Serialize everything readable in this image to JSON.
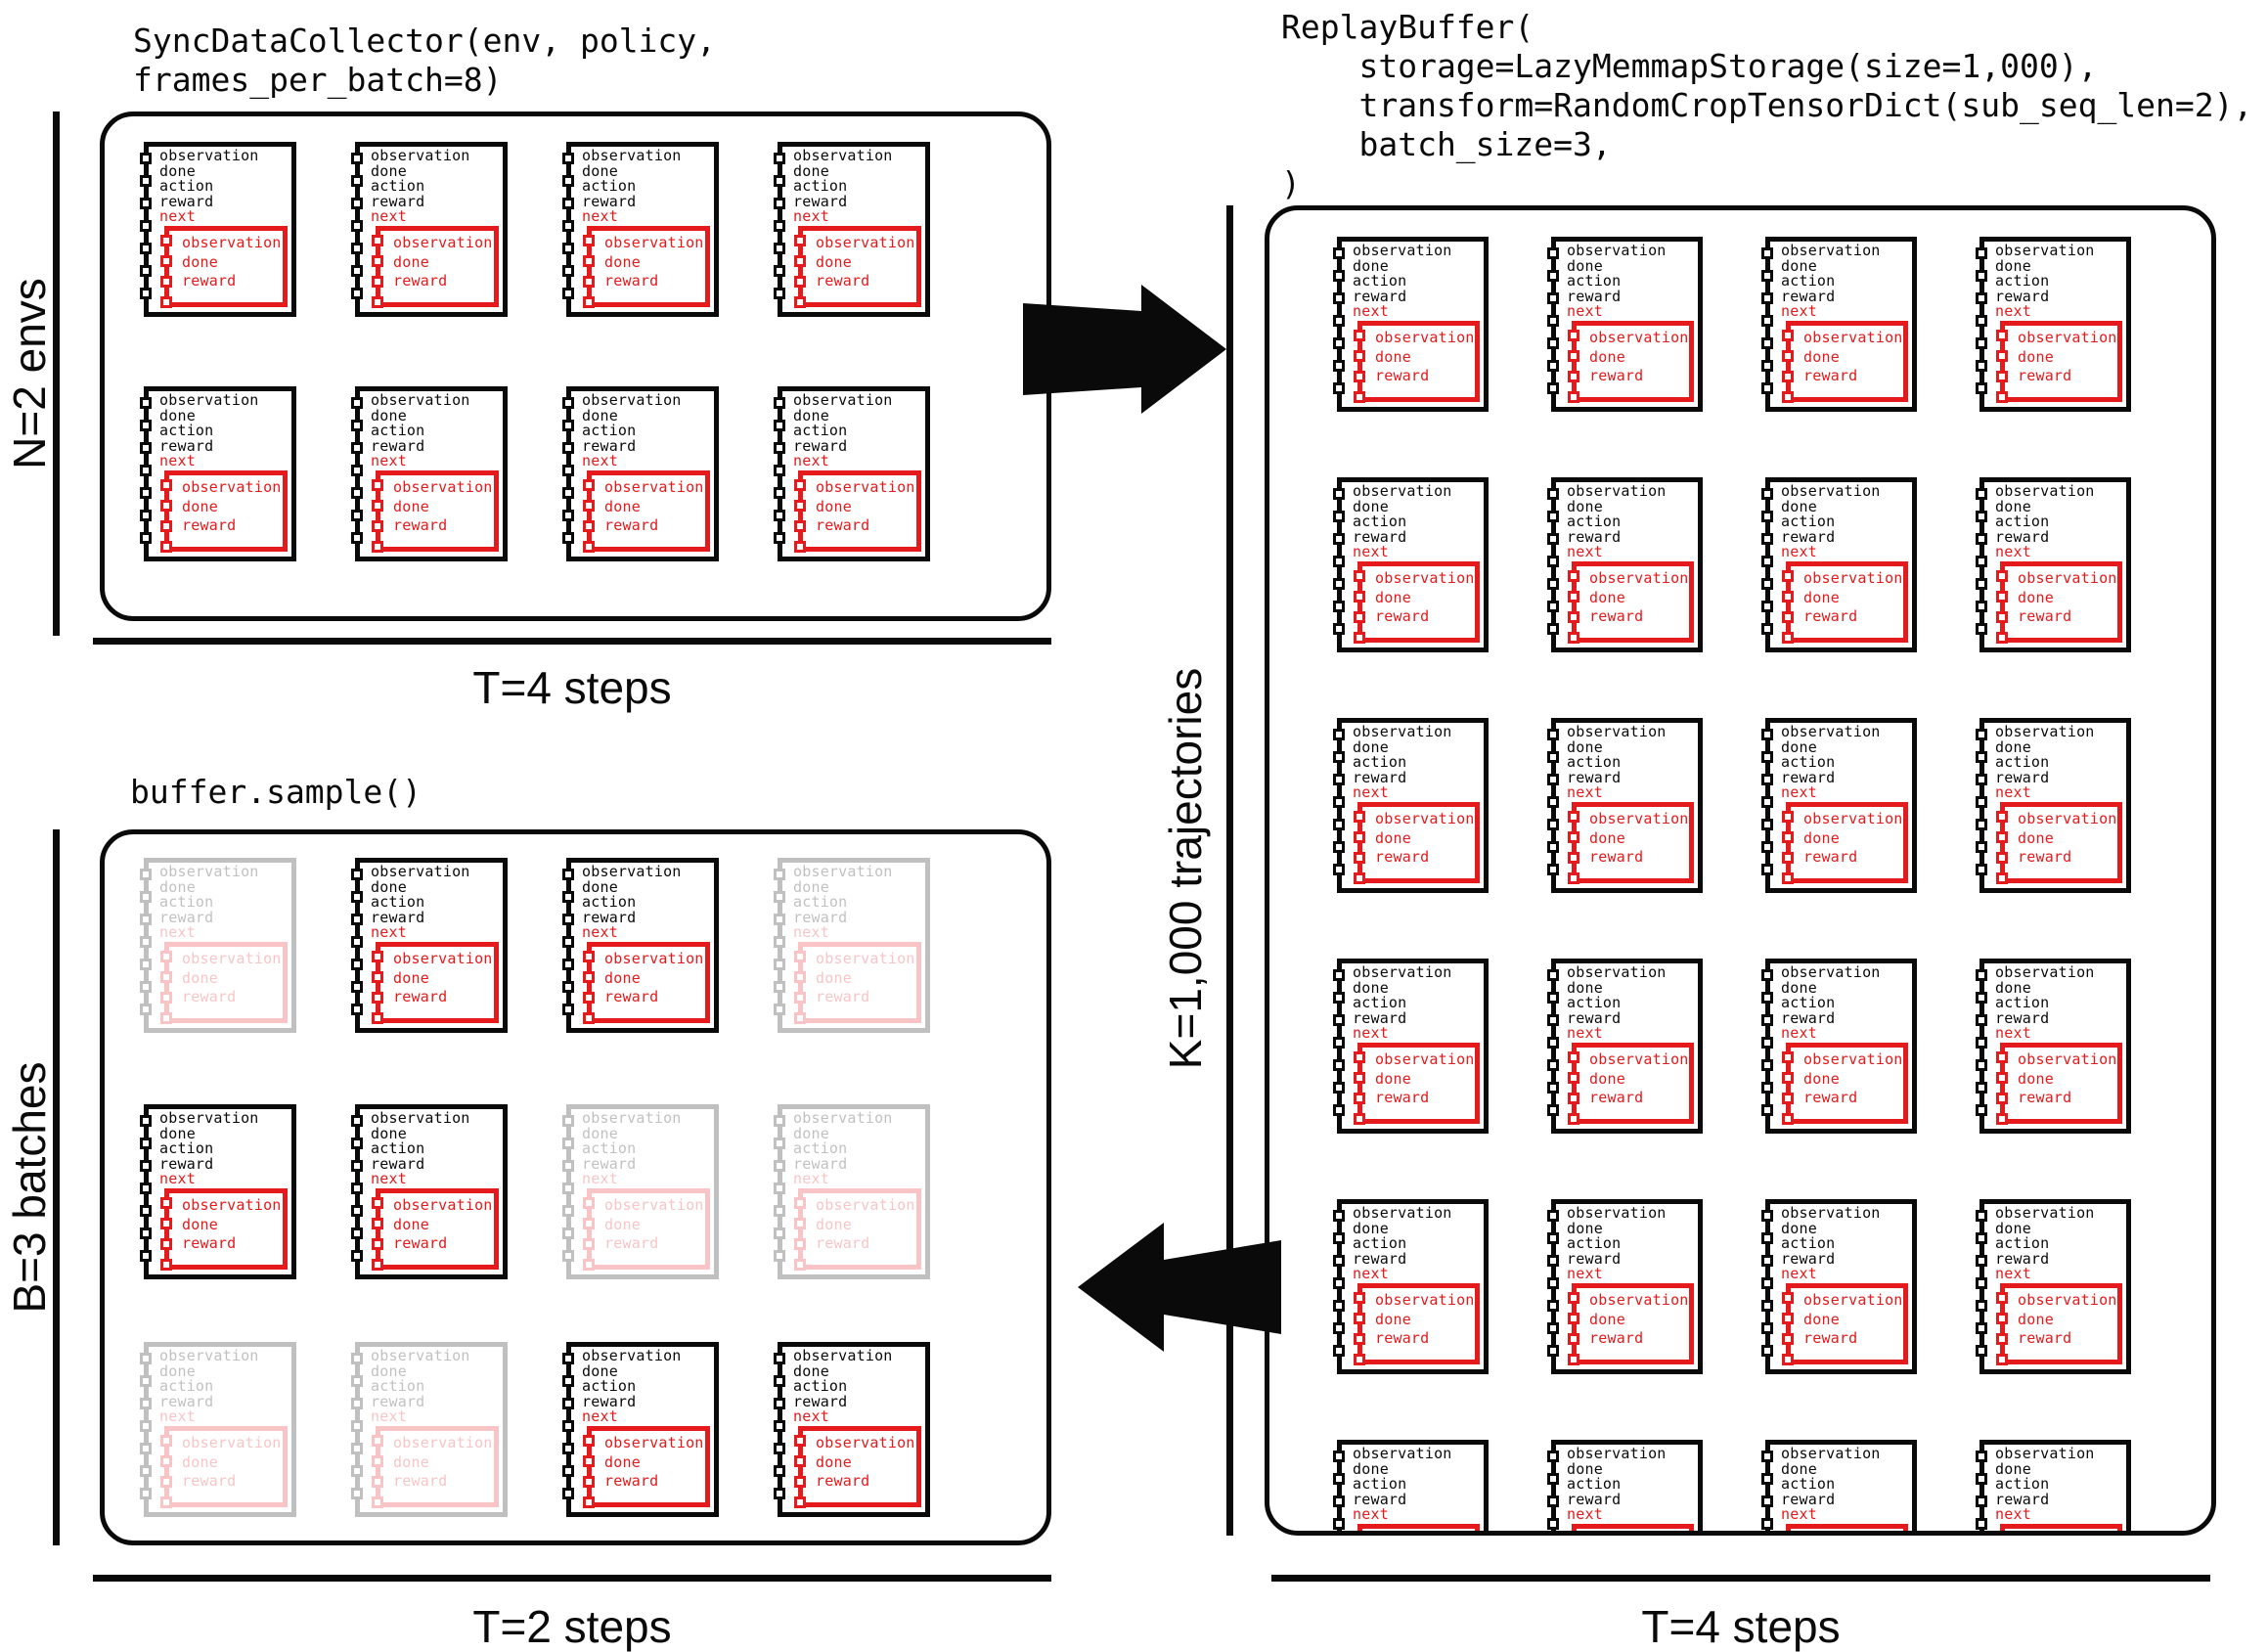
{
  "collector": {
    "code_lines": [
      "SyncDataCollector(env, policy,",
      "frames_per_batch=8)"
    ],
    "rows": 2,
    "cols": 4,
    "env_axis_label": "N=2 envs",
    "time_axis_label": "T=4 steps"
  },
  "replay_buffer": {
    "code_lines": [
      "ReplayBuffer(",
      "    storage=LazyMemmapStorage(size=1,000),",
      "    transform=RandomCropTensorDict(sub_seq_len=2),",
      "    batch_size=3,",
      ")"
    ],
    "rows": 6,
    "cols": 4,
    "trajectory_axis_label": "K=1,000 trajectories",
    "time_axis_label": "T=4 steps"
  },
  "sample": {
    "code_lines": [
      "buffer.sample()"
    ],
    "rows": 3,
    "cols": 4,
    "batch_axis_label": "B=3 batches",
    "time_axis_label": "T=2 steps",
    "faded_grid": [
      [
        1,
        0,
        0,
        1
      ],
      [
        0,
        0,
        1,
        1
      ],
      [
        1,
        1,
        0,
        0
      ]
    ]
  },
  "tensordict_card": {
    "keys": [
      "observation",
      "done",
      "action",
      "reward"
    ],
    "next_key": "next",
    "next_keys": [
      "observation",
      "done",
      "reward"
    ]
  },
  "colors": {
    "ink": "#0a0a0a",
    "red": "#e41a1c",
    "faded_opacity": "0.25"
  }
}
